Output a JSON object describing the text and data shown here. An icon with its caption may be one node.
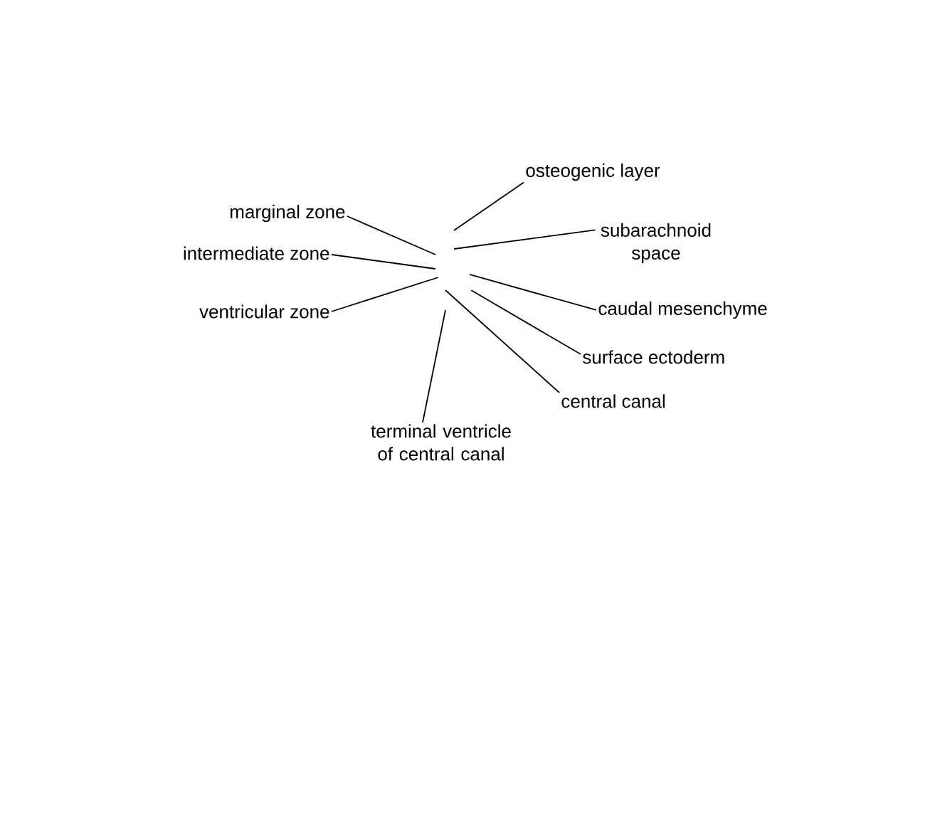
{
  "diagram": {
    "nodes": [
      {
        "text": [
          "osteogenic layer"
        ]
      },
      {
        "text": [
          "marginal zone"
        ]
      },
      {
        "text": [
          "subarachnoid space"
        ]
      },
      {
        "text": [
          "intermediate zone"
        ]
      },
      {
        "text": [
          "caudal mesenchyme"
        ]
      },
      {
        "text": [
          "ventricular zone"
        ]
      },
      {
        "text": [
          "surface ectoderm"
        ]
      },
      {
        "text": [
          "central canal"
        ]
      },
      {
        "text": [
          "terminal ventricle of central canal"
        ]
      }
    ],
    "edges": [
      {
        "from": 0,
        "to": null,
        "arrow": "none"
      },
      {
        "from": 1,
        "to": null,
        "arrow": "none"
      },
      {
        "from": 2,
        "to": null,
        "arrow": "none"
      },
      {
        "from": 3,
        "to": null,
        "arrow": "none"
      },
      {
        "from": 4,
        "to": null,
        "arrow": "none"
      },
      {
        "from": 5,
        "to": null,
        "arrow": "none"
      },
      {
        "from": 6,
        "to": null,
        "arrow": "none"
      },
      {
        "from": 7,
        "to": null,
        "arrow": "none"
      },
      {
        "from": 8,
        "to": null,
        "arrow": "none"
      }
    ]
  }
}
